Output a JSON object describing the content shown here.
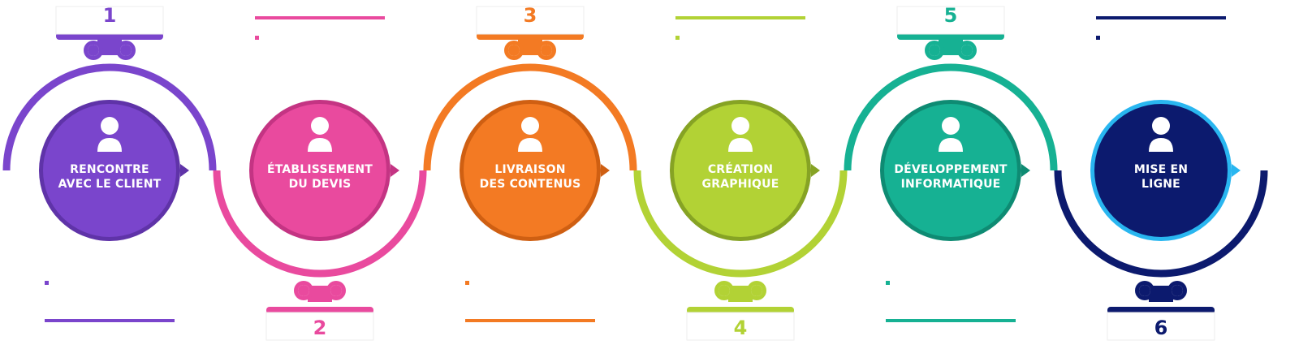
{
  "steps": [
    {
      "number": "1",
      "line1": "RENCONTRE",
      "line2": "AVEC LE CLIENT",
      "color": "#7a45cc",
      "dark": "#5f33a8",
      "icon": "person-icon"
    },
    {
      "number": "2",
      "line1": "ÉTABLISSEMENT",
      "line2": "DU DEVIS",
      "color": "#e94a9e",
      "dark": "#c43483",
      "icon": "person-icon"
    },
    {
      "number": "3",
      "line1": "LIVRAISON",
      "line2": "DES CONTENUS",
      "color": "#f37a23",
      "dark": "#cf5f12",
      "icon": "person-icon"
    },
    {
      "number": "4",
      "line1": "CRÉATION",
      "line2": "GRAPHIQUE",
      "color": "#b2d235",
      "dark": "#86a324",
      "icon": "person-icon"
    },
    {
      "number": "5",
      "line1": "DÉVELOPPEMENT",
      "line2": "INFORMATIQUE",
      "color": "#16b193",
      "dark": "#0e8b73",
      "icon": "person-icon"
    },
    {
      "number": "6",
      "line1": "MISE EN",
      "line2": "LIGNE",
      "color": "#0c1a6e",
      "dark": "#29b6f0",
      "icon": "person-icon"
    }
  ]
}
